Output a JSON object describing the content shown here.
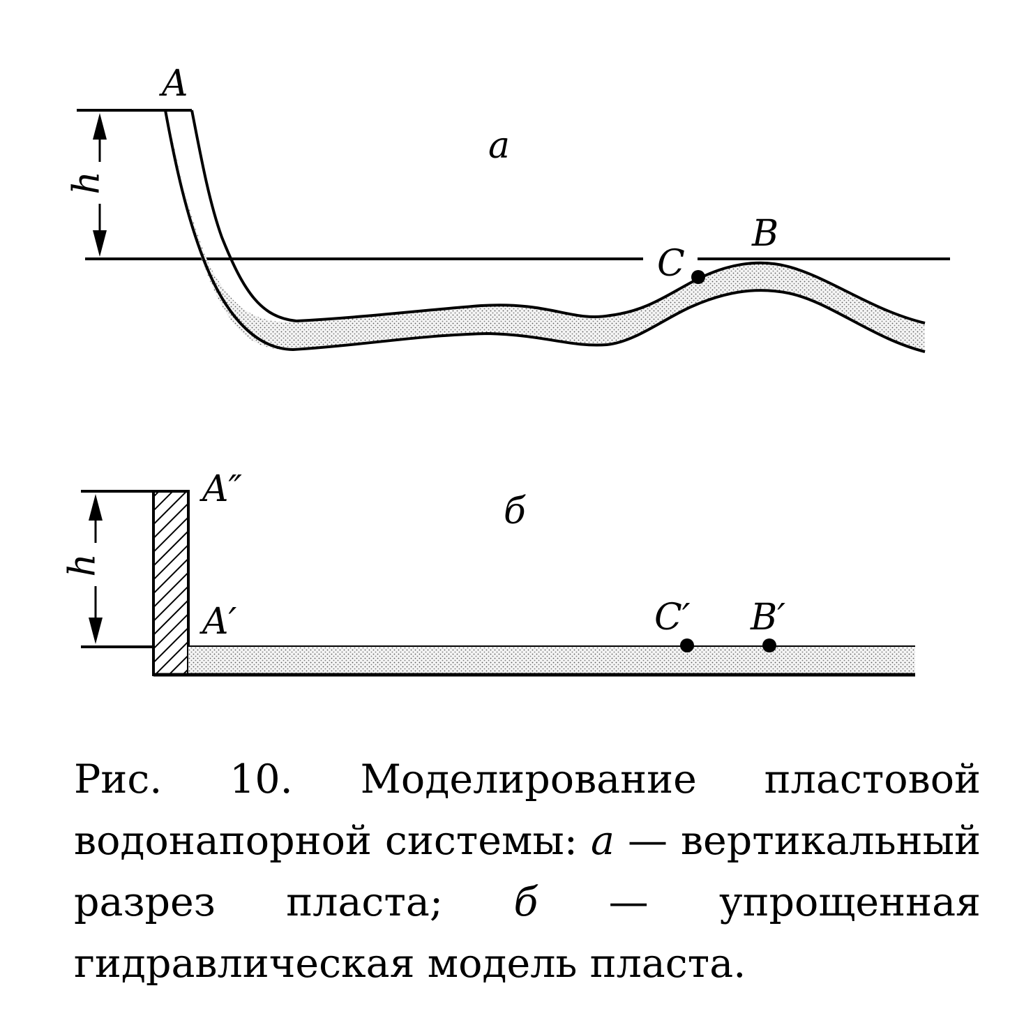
{
  "panel_a": {
    "panel_label": "a",
    "point_A": "A",
    "point_B": "B",
    "point_C": "C",
    "height_label": "h"
  },
  "panel_b": {
    "panel_label": "б",
    "point_A2": "A″",
    "point_A1": "A′",
    "point_C1": "C′",
    "point_B1": "B′",
    "height_label": "h"
  },
  "caption": {
    "part1": "Рис. 10.  Моделирование  пластовой водонапорной системы: ",
    "a": "a",
    "part2": " — верти­кальный разрез пласта; ",
    "b": "б",
    "part3": " — упрощен­ная гидравлическая модель пласта."
  },
  "colors": {
    "ink": "#000000",
    "stipple": "#e6e6e6"
  }
}
